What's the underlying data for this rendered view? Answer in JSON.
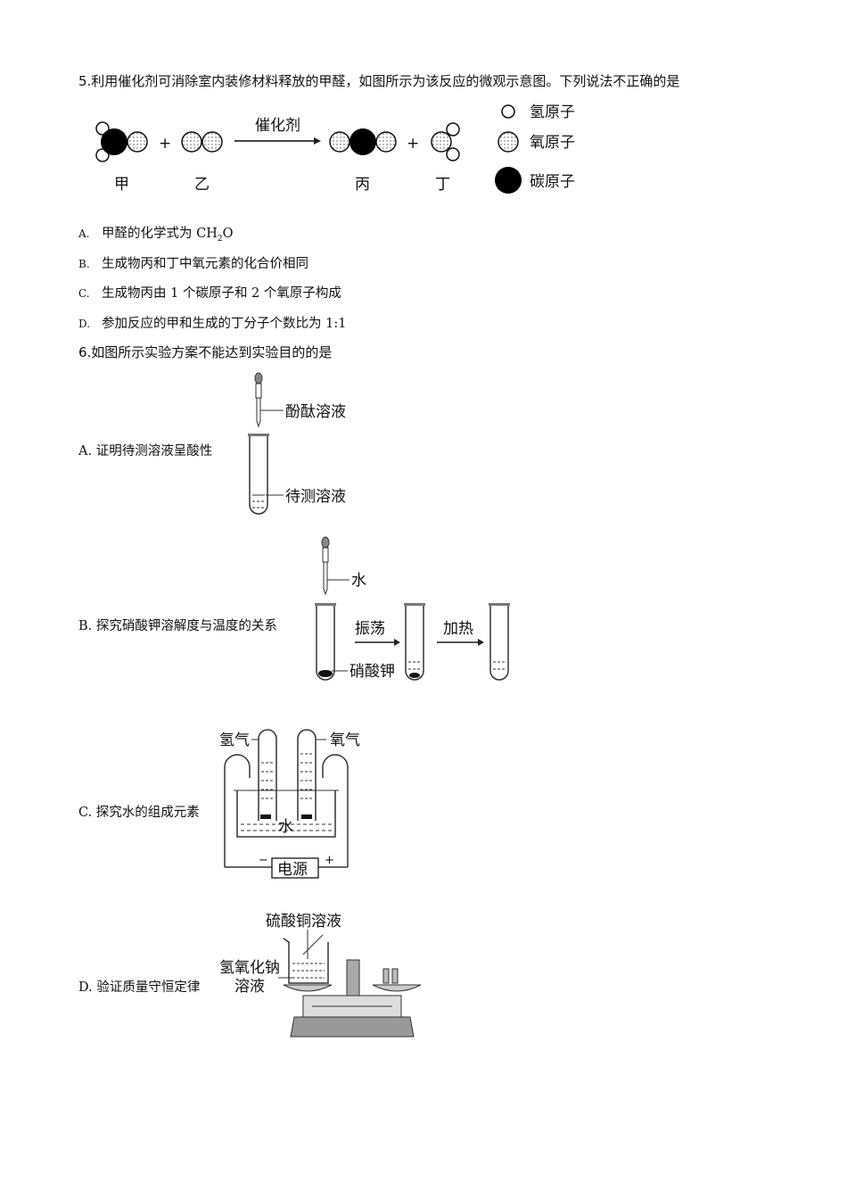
{
  "q5": {
    "stem": "5.利用催化剂可消除室内装修材料释放的甲醛，如图所示为该反应的微观示意图。下列说法不正确的是",
    "diagram": {
      "catalyst": "催化剂",
      "plus": "+",
      "molecules": [
        "甲",
        "乙",
        "丙",
        "丁"
      ],
      "legend": [
        "氢原子",
        "氧原子",
        "碳原子"
      ]
    },
    "options": [
      {
        "letter": "A.",
        "text_pre": "甲醛的化学式为 CH",
        "sub": "2",
        "text_post": "O"
      },
      {
        "letter": "B.",
        "text": "生成物丙和丁中氧元素的化合价相同"
      },
      {
        "letter": "C.",
        "text": "生成物丙由 1 个碳原子和 2 个氧原子构成"
      },
      {
        "letter": "D.",
        "text": "参加反应的甲和生成的丁分子个数比为 1:1"
      }
    ]
  },
  "q6": {
    "stem": "6.如图所示实验方案不能达到实验目的的是",
    "options": [
      {
        "text": "A. 证明待测溶液呈酸性",
        "labels": [
          "酚酞溶液",
          "待测溶液"
        ]
      },
      {
        "text": "B. 探究硝酸钾溶解度与温度的关系",
        "labels": [
          "水",
          "振荡",
          "加热",
          "硝酸钾"
        ]
      },
      {
        "text": "C. 探究水的组成元素",
        "labels": [
          "氢气",
          "氧气",
          "水",
          "电源",
          "−",
          "+"
        ]
      },
      {
        "text": "D. 验证质量守恒定律",
        "labels": [
          "硫酸铜溶液",
          "氢氧化钠",
          "溶液"
        ]
      }
    ]
  }
}
